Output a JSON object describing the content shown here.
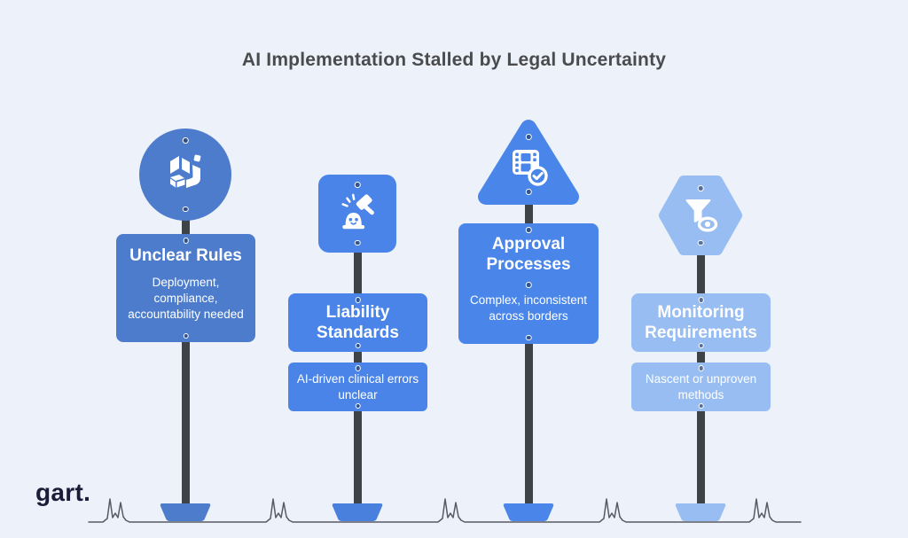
{
  "title": "AI Implementation Stalled by Legal Uncertainty",
  "brand": {
    "logo_text": "gart."
  },
  "colors": {
    "background": "#edf1f9",
    "sign_slate_blue": "#4d7ccc",
    "sign_bright_blue": "#4a86e9",
    "sign_light_blue": "#97bdf2",
    "post_gray": "#3f4347",
    "headline_text": "#4a4b4d",
    "board_text": "#ffffff",
    "ground_line": "#585b63",
    "logo_text": "#1c1c38"
  },
  "signs": [
    {
      "shape": "circle",
      "icon": "isometric-cube-logo-icon",
      "title": "Unclear Rules",
      "body": "Deployment, compliance, accountability needed"
    },
    {
      "shape": "rounded-square",
      "icon": "gavel-ghost-icon",
      "title": "Liability Standards",
      "body": "AI-driven clinical errors unclear"
    },
    {
      "shape": "triangle",
      "icon": "film-check-icon",
      "title": "Approval Processes",
      "body": "Complex, inconsistent across borders"
    },
    {
      "shape": "hexagon",
      "icon": "funnel-eye-icon",
      "title": "Monitoring Requirements",
      "body": "Nascent or unproven methods"
    }
  ]
}
